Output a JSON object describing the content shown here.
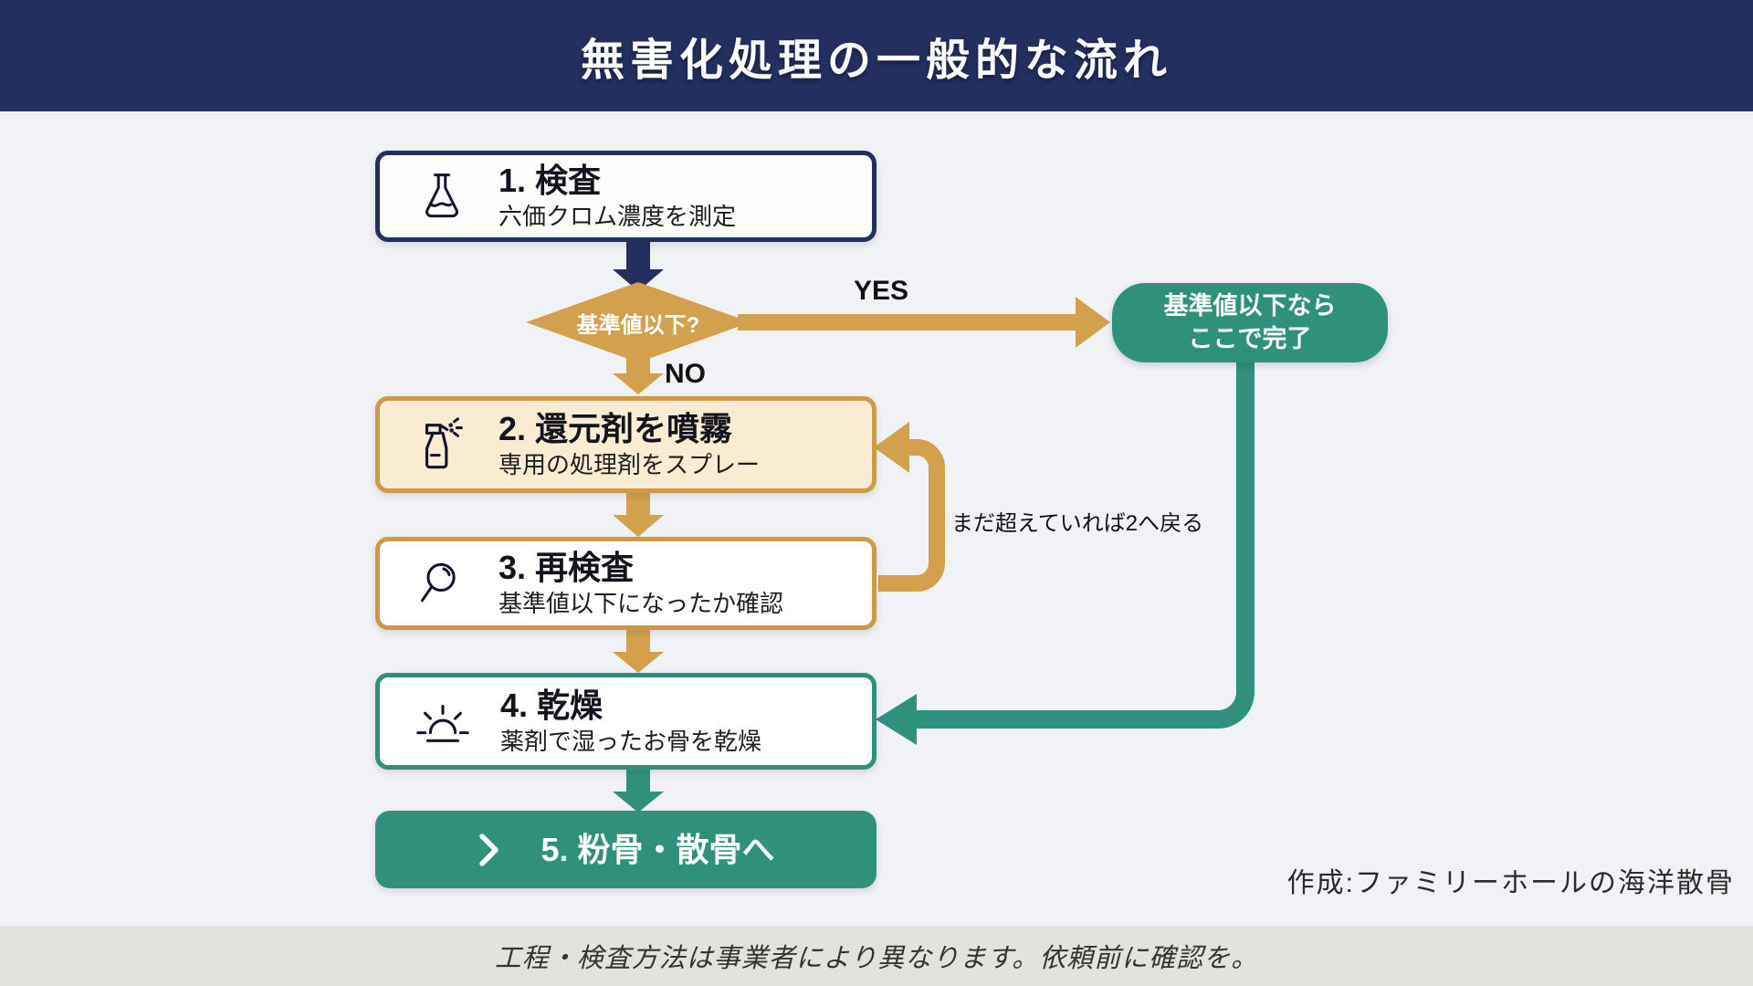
{
  "header": {
    "title": "無害化処理の一般的な流れ"
  },
  "steps": {
    "step1": {
      "title": "1. 検査",
      "subtitle": "六価クロム濃度を測定",
      "icon": "flask-icon"
    },
    "step2": {
      "title": "2. 還元剤を噴霧",
      "subtitle": "専用の処理剤をスプレー",
      "icon": "spray-bottle-icon"
    },
    "step3": {
      "title": "3. 再検査",
      "subtitle": "基準値以下になったか確認",
      "icon": "magnifier-icon"
    },
    "step4": {
      "title": "4. 乾燥",
      "subtitle": "薬剤で湿ったお骨を乾燥",
      "icon": "sunrise-icon"
    },
    "step5": {
      "title": "5. 粉骨・散骨へ",
      "icon": "chevron-right-icon"
    }
  },
  "decision": {
    "question": "基準値以下?",
    "yes_label": "YES",
    "no_label": "NO"
  },
  "terminal": {
    "line1": "基準値以下なら",
    "line2": "ここで完了"
  },
  "loop": {
    "label": "まだ超えていれば2へ戻る"
  },
  "footer": {
    "attribution": "作成:ファミリーホールの海洋散骨",
    "disclaimer": "工程・検査方法は事業者により異なります。依頼前に確認を。"
  },
  "colors": {
    "navy": "#232f5e",
    "gold": "#d3a04d",
    "teal": "#2f917c",
    "cream": "#faecd2",
    "background": "#f1f2f6",
    "footer_bar": "#e4e2dd"
  }
}
